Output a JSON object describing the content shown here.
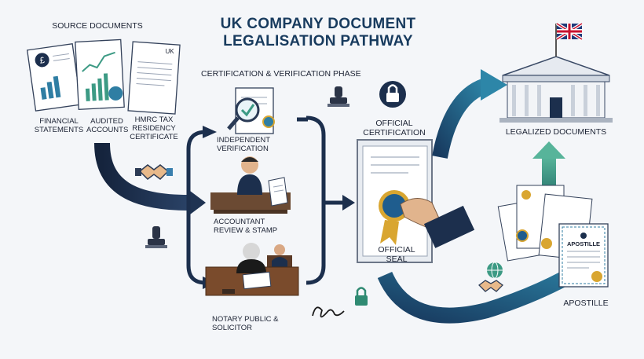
{
  "title": {
    "line1": "UK Company Document",
    "line2": "Legalisation Pathway"
  },
  "source": {
    "heading": "Source Documents",
    "doc1": "Financial Statements",
    "doc2": "Audited Accounts",
    "doc3": "HMRC Tax Residency Certificate",
    "doc3_corner": "UK"
  },
  "phase": {
    "heading": "Certification & Verification Phase",
    "step1": "Independent Verification",
    "step2": "Accountant Review & Stamp",
    "step3": "Notary Public & Solicitor"
  },
  "official": {
    "top": "Official Certification",
    "seal": "Official Seal"
  },
  "output": {
    "legalized": "Legalized Documents",
    "apostille_label": "Apostille",
    "apostille_cert": "Apostille"
  },
  "colors": {
    "navy": "#1c2f4d",
    "teal": "#2f7ea3",
    "green": "#3c9a84",
    "gold": "#d9a631"
  },
  "icons": [
    "pound-icon",
    "chart-icon",
    "handshake-icon",
    "stamp-icon",
    "magnifier-icon",
    "padlock-icon",
    "signature-icon",
    "globe-icon",
    "uk-flag-icon",
    "building-icon",
    "ribbon-seal-icon"
  ]
}
